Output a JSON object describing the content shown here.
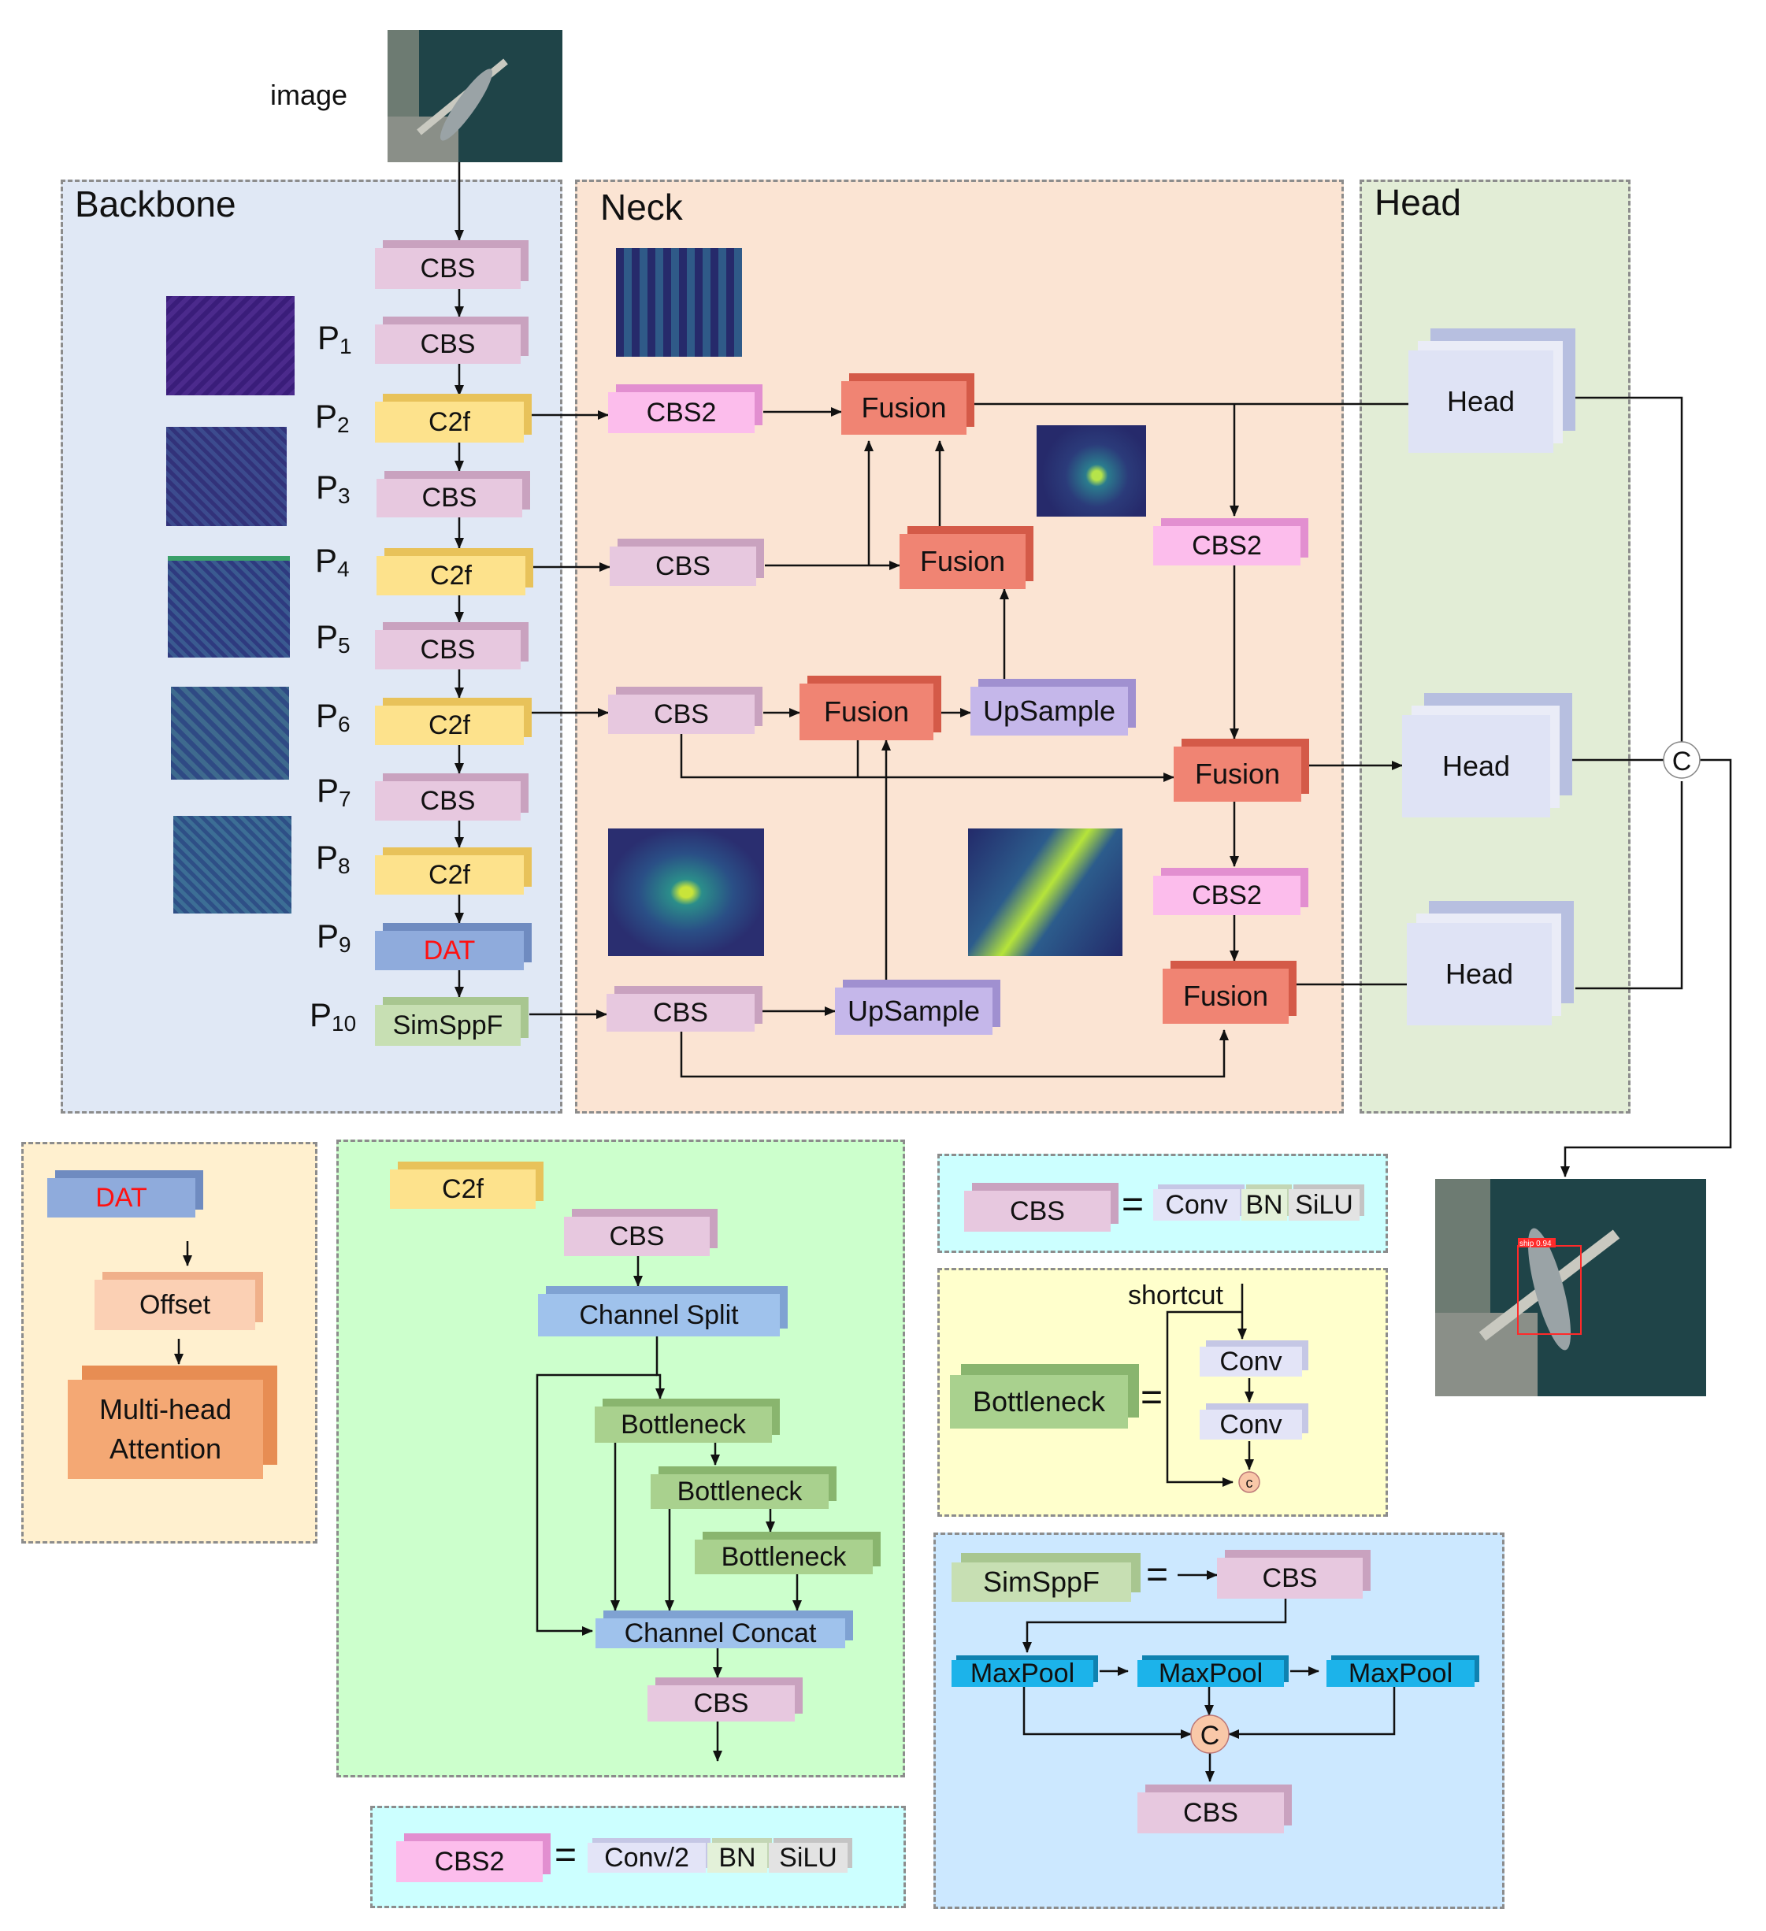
{
  "image_label": "image",
  "panels": {
    "backbone": "Backbone",
    "neck": "Neck",
    "head": "Head"
  },
  "p_labels": [
    {
      "p": "P",
      "n": "1"
    },
    {
      "p": "P",
      "n": "2"
    },
    {
      "p": "P",
      "n": "3"
    },
    {
      "p": "P",
      "n": "4"
    },
    {
      "p": "P",
      "n": "5"
    },
    {
      "p": "P",
      "n": "6"
    },
    {
      "p": "P",
      "n": "7"
    },
    {
      "p": "P",
      "n": "8"
    },
    {
      "p": "P",
      "n": "9"
    },
    {
      "p": "P",
      "n": "10"
    }
  ],
  "backbone_blocks": [
    "CBS",
    "CBS",
    "C2f",
    "CBS",
    "C2f",
    "CBS",
    "C2f",
    "CBS",
    "C2f",
    "DAT",
    "SimSppF"
  ],
  "neck_blocks": {
    "cbs2_top": "CBS2",
    "fusion_top": "Fusion",
    "cbs_p4": "CBS",
    "fusion_mid": "Fusion",
    "cbs_p6": "CBS",
    "fusion_p6": "Fusion",
    "upsample_p6": "UpSample",
    "cbs2_r1": "CBS2",
    "fusion_r1": "Fusion",
    "cbs2_r2": "CBS2",
    "fusion_r2": "Fusion",
    "cbs_p10": "CBS",
    "upsample_p10": "UpSample"
  },
  "heads": [
    "Head",
    "Head",
    "Head"
  ],
  "concat_symbol": "C",
  "detection": {
    "label": "ship 0.94"
  },
  "dat_legend": {
    "dat": "DAT",
    "offset": "Offset",
    "mha_line1": "Multi-head",
    "mha_line2": "Attention"
  },
  "c2f_legend": {
    "c2f": "C2f",
    "cbs_top": "CBS",
    "split": "Channel Split",
    "bottlenecks": [
      "Bottleneck",
      "Bottleneck",
      "Bottleneck"
    ],
    "concat": "Channel Concat",
    "cbs_bottom": "CBS"
  },
  "cbs_legend": {
    "cbs": "CBS",
    "eq": "=",
    "conv": "Conv",
    "bn": "BN",
    "silu": "SiLU"
  },
  "bottleneck_legend": {
    "shortcut": "shortcut",
    "bottleneck": "Bottleneck",
    "eq": "=",
    "conv1": "Conv",
    "conv2": "Conv",
    "c": "c"
  },
  "simsppf_legend": {
    "simsppf": "SimSppF",
    "eq": "=",
    "cbs_top": "CBS",
    "maxpools": [
      "MaxPool",
      "MaxPool",
      "MaxPool"
    ],
    "c": "C",
    "cbs_bottom": "CBS"
  },
  "cbs2_legend": {
    "cbs2": "CBS2",
    "eq": "=",
    "conv": "Conv/2",
    "bn": "BN",
    "silu": "SiLU"
  },
  "colors": {
    "backbone_bg": "#e0e8f5",
    "neck_bg": "#fbe4d3",
    "head_bg": "#e2edd6",
    "cbs": "#e7c8df",
    "c2f": "#fde28c",
    "dat": "#8fabdc",
    "dat_text": "#ff1111",
    "simsppf": "#c7dfb3",
    "cbs2": "#fcbdec",
    "fusion": "#f08473",
    "upsample": "#c5b7ea",
    "head_block": "#dfe3f5",
    "offset": "#fbd0b4",
    "mha": "#f4a874",
    "split": "#9fc2ec",
    "bottleneck": "#a9d18e",
    "maxpool": "#1cb3ea"
  }
}
